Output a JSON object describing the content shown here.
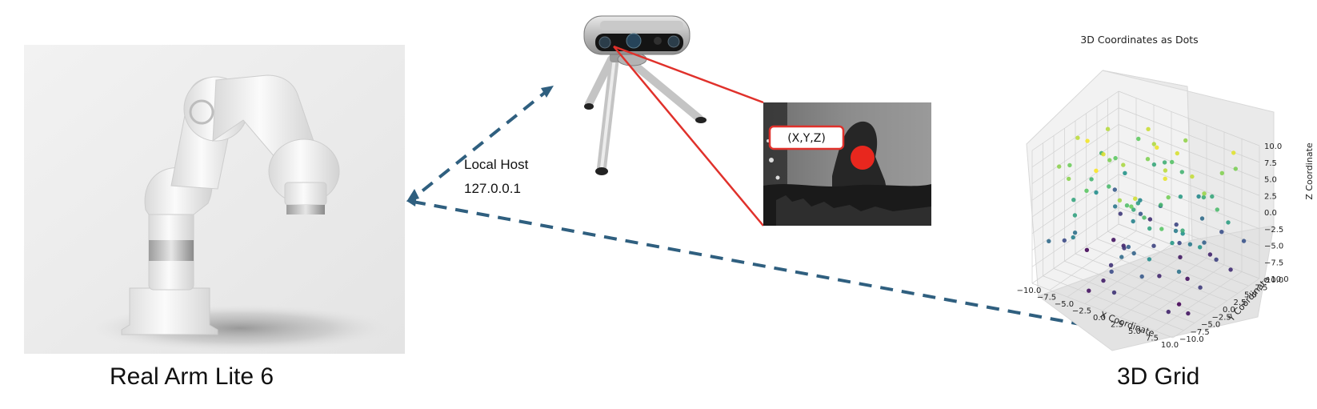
{
  "labels": {
    "arm_caption": "Real Arm Lite 6",
    "grid_caption": "3D Grid",
    "host_name": "Local Host",
    "host_ip": "127.0.0.1",
    "xyz_tag": "(X,Y,Z)"
  },
  "colors": {
    "arrow": "#2f5f7f",
    "laser": "#e0312b",
    "callout_fill": "#e8271e"
  },
  "chart_data": {
    "type": "scatter",
    "title": "3D Coordinates as Dots",
    "xlabel": "X Coordinate",
    "ylabel": "Y Coordinate",
    "zlabel": "Z Coordinate",
    "x_ticks": [
      "−10.0",
      "−7.5",
      "−5.0",
      "−2.5",
      "0.0",
      "2.5",
      "5.0",
      "7.5",
      "10.0"
    ],
    "y_ticks": [
      "−10.0",
      "−7.5",
      "−5.0",
      "−2.5",
      "0.0",
      "2.5",
      "5.0",
      "7.5",
      "10.0"
    ],
    "z_ticks": [
      "−10.0",
      "−7.5",
      "−5.0",
      "−2.5",
      "0.0",
      "2.5",
      "5.0",
      "7.5",
      "10.0"
    ],
    "xlim": [
      -10,
      10
    ],
    "ylim": [
      -10,
      10
    ],
    "zlim": [
      -10,
      10
    ],
    "grid": true,
    "colormap": "viridis",
    "points": [
      [
        -8.5,
        -6.2,
        6.5
      ],
      [
        -7.9,
        4.1,
        7.8
      ],
      [
        -6.8,
        -1.5,
        3.2
      ],
      [
        -6.2,
        8.4,
        5.1
      ],
      [
        -5.7,
        2.2,
        -2.1
      ],
      [
        -5.1,
        -8.1,
        1.4
      ],
      [
        -4.6,
        6.3,
        -4.6
      ],
      [
        -4.0,
        -3.3,
        8.9
      ],
      [
        -3.5,
        0.7,
        -6.8
      ],
      [
        -2.9,
        9.1,
        2.6
      ],
      [
        -2.4,
        -5.9,
        -8.3
      ],
      [
        -1.8,
        3.4,
        6.1
      ],
      [
        -1.3,
        -0.8,
        -1.2
      ],
      [
        -0.7,
        7.2,
        4.4
      ],
      [
        -0.2,
        -7.6,
        -5.3
      ],
      [
        0.4,
        1.9,
        9.4
      ],
      [
        0.9,
        -4.2,
        -3.6
      ],
      [
        1.5,
        5.6,
        0.8
      ],
      [
        2.0,
        -9.3,
        7.1
      ],
      [
        2.6,
        -1.1,
        -7.7
      ],
      [
        3.1,
        8.0,
        -2.9
      ],
      [
        3.7,
        -6.4,
        3.9
      ],
      [
        4.2,
        2.8,
        -9.2
      ],
      [
        4.8,
        -2.6,
        5.7
      ],
      [
        5.3,
        6.7,
        1.9
      ],
      [
        5.9,
        -8.8,
        -0.4
      ],
      [
        6.4,
        0.3,
        8.2
      ],
      [
        7.0,
        4.9,
        -6.1
      ],
      [
        7.5,
        -3.7,
        2.3
      ],
      [
        8.1,
        9.5,
        -4.9
      ],
      [
        8.6,
        -0.5,
        6.9
      ],
      [
        9.2,
        -5.2,
        -8.8
      ],
      [
        -9.1,
        1.2,
        -9.6
      ],
      [
        -8.0,
        -9.4,
        -3.1
      ],
      [
        -7.2,
        6.9,
        0.2
      ],
      [
        -6.5,
        -2.9,
        9.7
      ],
      [
        -5.4,
        9.8,
        -7.3
      ],
      [
        -4.3,
        -6.7,
        4.8
      ],
      [
        -3.2,
        3.9,
        -0.9
      ],
      [
        -2.1,
        -1.8,
        7.4
      ],
      [
        -1.0,
        8.7,
        -5.8
      ],
      [
        0.1,
        -3.0,
        2.1
      ],
      [
        1.2,
        6.0,
        -8.6
      ],
      [
        2.3,
        -7.1,
        5.3
      ],
      [
        3.4,
        1.4,
        -1.7
      ],
      [
        4.5,
        -9.8,
        8.6
      ],
      [
        5.6,
        4.4,
        -3.9
      ],
      [
        6.7,
        -4.8,
        0.6
      ],
      [
        7.8,
        7.6,
        9.1
      ],
      [
        8.9,
        -1.9,
        -6.5
      ],
      [
        -9.6,
        5.4,
        2.9
      ],
      [
        -8.8,
        -4.5,
        -5.5
      ],
      [
        -7.6,
        0.9,
        -0.2
      ],
      [
        -6.1,
        -7.9,
        6.4
      ],
      [
        -5.0,
        3.0,
        -8.1
      ],
      [
        -3.9,
        -2.2,
        3.6
      ],
      [
        -2.7,
        7.8,
        -3.3
      ],
      [
        -1.6,
        -8.9,
        9.9
      ],
      [
        -0.4,
        2.5,
        -6.0
      ],
      [
        0.7,
        -5.5,
        4.1
      ],
      [
        1.8,
        9.3,
        -0.7
      ],
      [
        2.9,
        -0.2,
        7.9
      ],
      [
        4.0,
        -7.4,
        -4.4
      ],
      [
        5.1,
        5.1,
        2.4
      ],
      [
        6.2,
        -2.4,
        -9.9
      ],
      [
        7.3,
        8.9,
        5.9
      ],
      [
        8.4,
        -6.0,
        -2.5
      ],
      [
        9.5,
        3.6,
        1.1
      ],
      [
        -9.3,
        -0.6,
        8.0
      ],
      [
        -8.2,
        7.5,
        -6.6
      ],
      [
        -7.0,
        -5.3,
        1.7
      ],
      [
        -5.9,
        2.6,
        4.9
      ],
      [
        -4.8,
        -9.0,
        -1.4
      ],
      [
        -3.7,
        6.6,
        8.4
      ],
      [
        -2.6,
        -3.8,
        -7.0
      ],
      [
        -1.4,
        0.5,
        0.9
      ],
      [
        -0.3,
        9.7,
        6.7
      ],
      [
        0.8,
        -6.9,
        -3.0
      ],
      [
        1.9,
        4.7,
        -5.6
      ],
      [
        3.0,
        -1.4,
        3.3
      ],
      [
        4.1,
        8.2,
        -8.0
      ],
      [
        5.2,
        -4.0,
        9.3
      ],
      [
        6.3,
        0.0,
        -1.9
      ],
      [
        7.4,
        -8.4,
        4.6
      ],
      [
        8.5,
        5.8,
        -7.4
      ],
      [
        9.6,
        -3.1,
        0.4
      ],
      [
        -9.8,
        8.8,
        -4.2
      ],
      [
        -8.6,
        -3.6,
        5.5
      ],
      [
        -7.4,
        4.6,
        -8.9
      ],
      [
        -6.3,
        -6.1,
        -2.6
      ],
      [
        -5.2,
        0.1,
        6.0
      ],
      [
        -4.1,
        8.6,
        2.0
      ],
      [
        -3.0,
        -8.3,
        -9.0
      ],
      [
        -1.9,
        5.0,
        7.6
      ],
      [
        -0.8,
        -2.7,
        -4.0
      ],
      [
        0.3,
        7.9,
        3.0
      ],
      [
        1.4,
        -9.6,
        -6.9
      ],
      [
        2.5,
        3.2,
        8.8
      ],
      [
        3.6,
        -5.0,
        1.6
      ],
      [
        4.7,
        9.9,
        -5.1
      ],
      [
        5.8,
        -0.9,
        -0.1
      ],
      [
        6.9,
        6.4,
        6.2
      ],
      [
        8.0,
        -7.8,
        -7.9
      ],
      [
        9.1,
        1.7,
        3.7
      ]
    ]
  }
}
